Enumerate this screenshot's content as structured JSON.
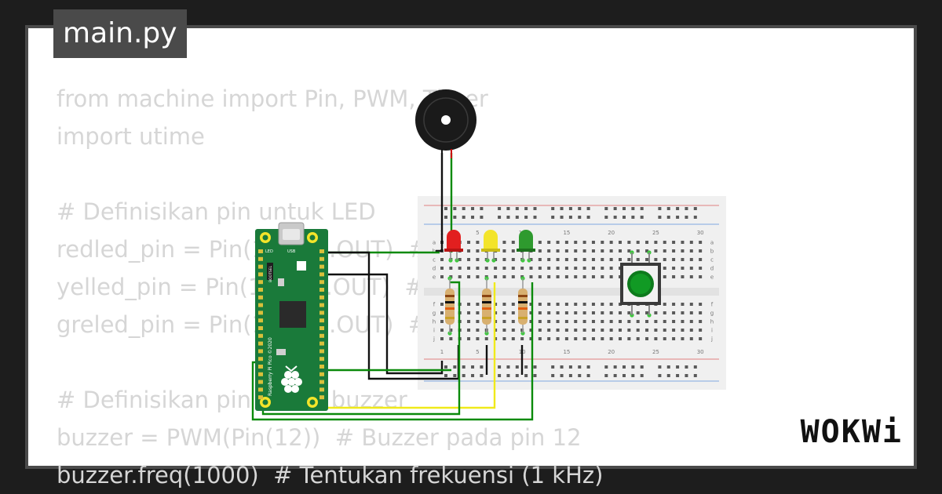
{
  "file_tab": "main.py",
  "code_lines": [
    "from machine import Pin, PWM, Timer",
    "import utime",
    "",
    "# Definisikan pin untuk LED",
    "redled_pin = Pin(15, Pin.OUT)  # LED merah",
    "yelled_pin = Pin(14, Pin.OUT)  # LED kuning",
    "greled_pin = Pin(13, Pin.OUT)  # LED hijau",
    "",
    "# Definisikan pin untuk buzzer",
    "buzzer = PWM(Pin(12))  # Buzzer pada pin 12",
    "buzzer.freq(1000)  # Tentukan frekuensi (1 kHz)"
  ],
  "breadboard": {
    "column_numbers": [
      "1",
      "5",
      "10",
      "15",
      "20",
      "25",
      "30"
    ],
    "row_letters_top": [
      "a",
      "b",
      "c",
      "d",
      "e"
    ],
    "row_letters_bottom": [
      "f",
      "g",
      "h",
      "i",
      "j"
    ]
  },
  "pico": {
    "usb_label": "USB",
    "led_label": "LED",
    "board_text": "Raspberry Pi Pico ©2020",
    "debug_label": "BOOTSEL"
  },
  "logo_text": "WOKWi",
  "colors": {
    "background": "#1d1d1d",
    "card_border": "#4a4a4a",
    "wire_green": "#0a8a0a",
    "wire_yellow": "#f0ea1a",
    "wire_black": "#111111",
    "pico_green": "#1a7a3a",
    "button_green": "#0d7a1c"
  }
}
